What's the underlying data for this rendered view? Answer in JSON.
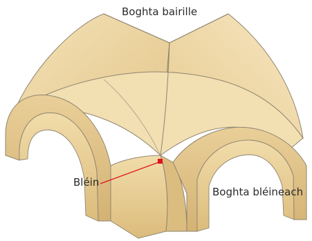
{
  "labels": {
    "barrel_vault": "Boghta bairille",
    "groin": "Bléin",
    "groin_vault": "Boghta bléineach"
  },
  "colors": {
    "stone_light": "#f3deb0",
    "stone_mid": "#e6c98e",
    "stone_dark": "#cfae6f",
    "outline": "#8f8470",
    "leader_line": "#e0141e"
  }
}
